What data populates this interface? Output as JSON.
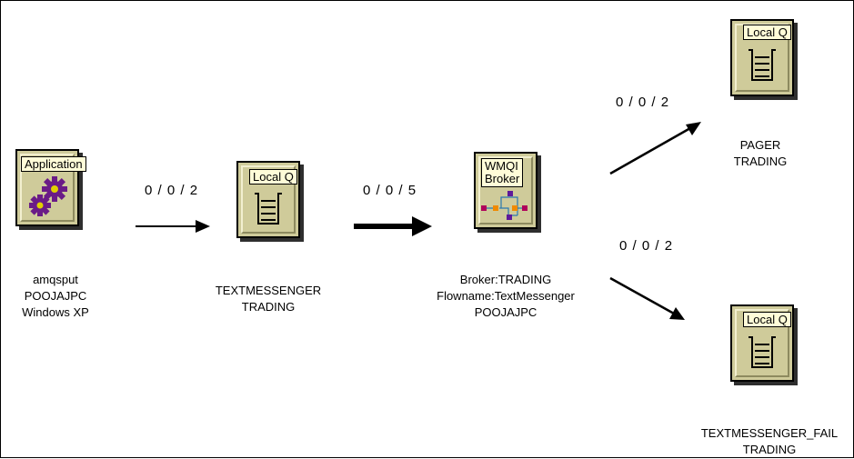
{
  "nodes": {
    "application": {
      "title": "Application",
      "icon": "gears-icon",
      "caption": [
        "amqsput",
        "POOJAJPC",
        "Windows XP"
      ]
    },
    "textmessenger_queue": {
      "title": "Local Q",
      "icon": "queue-icon",
      "caption": [
        "TEXTMESSENGER",
        "TRADING"
      ]
    },
    "broker": {
      "title_line1": "WMQI",
      "title_line2": "Broker",
      "icon": "message-flow-icon",
      "caption": [
        "Broker:TRADING",
        "Flowname:TextMessenger",
        "POOJAJPC"
      ]
    },
    "pager_queue": {
      "title": "Local Q",
      "icon": "queue-icon",
      "caption": [
        "PAGER",
        "TRADING"
      ]
    },
    "fail_queue": {
      "title": "Local Q",
      "icon": "queue-icon",
      "caption": [
        "TEXTMESSENGER_FAIL",
        "TRADING"
      ]
    }
  },
  "edges": {
    "app_to_queue": "0 / 0 / 2",
    "queue_to_broker": "0 / 0 / 5",
    "broker_to_pager": "0 / 0 / 2",
    "broker_to_fail": "0 / 0 / 2"
  },
  "colors": {
    "tile": "#cfcb9a",
    "badge": "#fffcd8",
    "gear": "#6a1b87",
    "gear_center": "#e0d000",
    "flow_purple": "#5e1a9a",
    "flow_orange": "#f08a00",
    "flow_magenta": "#b0005a",
    "flow_line": "#2a7ab0"
  }
}
